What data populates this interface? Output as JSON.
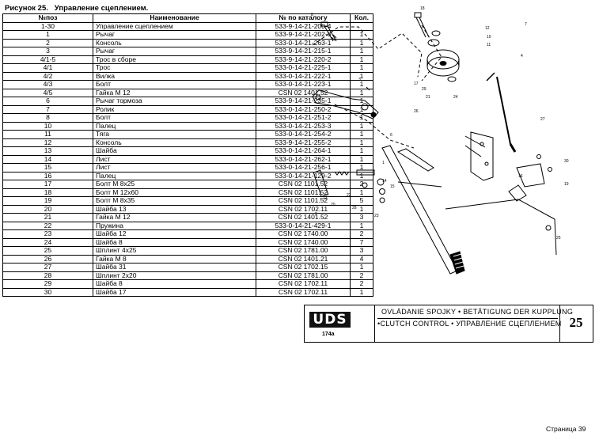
{
  "figure_title": "Рисунок 25.   Управление сцеплением.",
  "table": {
    "headers": [
      "№поз",
      "Наименование",
      "№ по каталогу",
      "Кол."
    ],
    "rows": [
      [
        "1-30",
        "Управление сцеплением",
        "533-9-14-21-200-4",
        ""
      ],
      [
        "1",
        "Рычаг",
        "533-9-14-21-202-3",
        "1"
      ],
      [
        "2",
        "Консоль",
        "533-0-14-21-263-1",
        "1"
      ],
      [
        "3",
        "Рычаг",
        "533-9-14-21-215-1",
        "1"
      ],
      [
        "4/1-5",
        "Трос в сборе",
        "533-9-14-21-220-2",
        "1"
      ],
      [
        "4/1",
        "Трос",
        "533-0-14-21-225-1",
        "1"
      ],
      [
        "4/2",
        "Вилка",
        "533-0-14-21-222-1",
        "1"
      ],
      [
        "4/3",
        "Болт",
        "533-0-14-21-223-1",
        "1"
      ],
      [
        "4/5",
        "Гайка М 12",
        "CSN 02 1401.52",
        "1"
      ],
      [
        "6",
        "Рычаг тормоза",
        "533-9-14-21-235-1",
        "1"
      ],
      [
        "7",
        "Ролик",
        "533-0-14-21-250-2",
        "1"
      ],
      [
        "8",
        "Болт",
        "533-0-14-21-251-2",
        "1"
      ],
      [
        "10",
        "Палец",
        "533-0-14-21-253-3",
        "1"
      ],
      [
        "11",
        "Тяга",
        "533-0-14-21-254-2",
        "1"
      ],
      [
        "12",
        "Консоль",
        "533-9-14-21-255-2",
        "1"
      ],
      [
        "13",
        "Шайба",
        "533-0-14-21-264-1",
        "1"
      ],
      [
        "14",
        "Лист",
        "533-0-14-21-262-1",
        "1"
      ],
      [
        "15",
        "Лист",
        "533-0-14-21-256-1",
        "1"
      ],
      [
        "16",
        "Палец",
        "533-0-14-21-129-2",
        "1"
      ],
      [
        "17",
        "Болт М 8x25",
        "CSN 02 1101.52",
        "2"
      ],
      [
        "18",
        "Болт М 12x60",
        "CSN 02 1101.52",
        "1"
      ],
      [
        "19",
        "Болт М 8x35",
        "CSN 02 1101.52",
        "5"
      ],
      [
        "20",
        "Шайба 13",
        "CSN 02 1702.11",
        "1"
      ],
      [
        "21",
        "Гайка М 12",
        "CSN 02 1401.52",
        "3"
      ],
      [
        "22",
        "Пружина",
        "533-0-14-21-429-1",
        "1"
      ],
      [
        "23",
        "Шайба 12",
        "CSN 02 1740.00",
        "2"
      ],
      [
        "24",
        "Шайба 8",
        "CSN 02 1740.00",
        "7"
      ],
      [
        "25",
        "Шплинт 4x25",
        "CSN 02 1781.00",
        "3"
      ],
      [
        "26",
        "Гайка М 8",
        "CSN 02 1401.21",
        "4"
      ],
      [
        "27",
        "Шайба 31",
        "CSN 02 1702.15",
        "1"
      ],
      [
        "28",
        "Шплинт 2x20",
        "CSN 02 1781.00",
        "2"
      ],
      [
        "29",
        "Шайба 8",
        "CSN 02 1702.11",
        "2"
      ],
      [
        "30",
        "Шайба 17",
        "CSN 02 1702.11",
        "1"
      ]
    ]
  },
  "drawing": {
    "callouts": [
      "18",
      "8",
      "12",
      "10",
      "11",
      "17",
      "21",
      "24",
      "26",
      "29",
      "3",
      "14",
      "15",
      "16",
      "1",
      "4",
      "2",
      "7",
      "6",
      "13",
      "20",
      "22",
      "28",
      "25",
      "19",
      "27",
      "23",
      "30"
    ]
  },
  "title_block": {
    "logo": "UDS",
    "logo_sub": "174а",
    "line1": "OVLÁDANIE SPOJKY • BETÄTIGUNG DER KUPPLUNG",
    "line2": "•CLUTCH CONTROL • УПРАВЛЕНИЕ СЦЕПЛЕНИЕМ",
    "number": "25"
  },
  "page_number": "Страница 39",
  "colors": {
    "ink": "#000000",
    "paper": "#ffffff"
  }
}
